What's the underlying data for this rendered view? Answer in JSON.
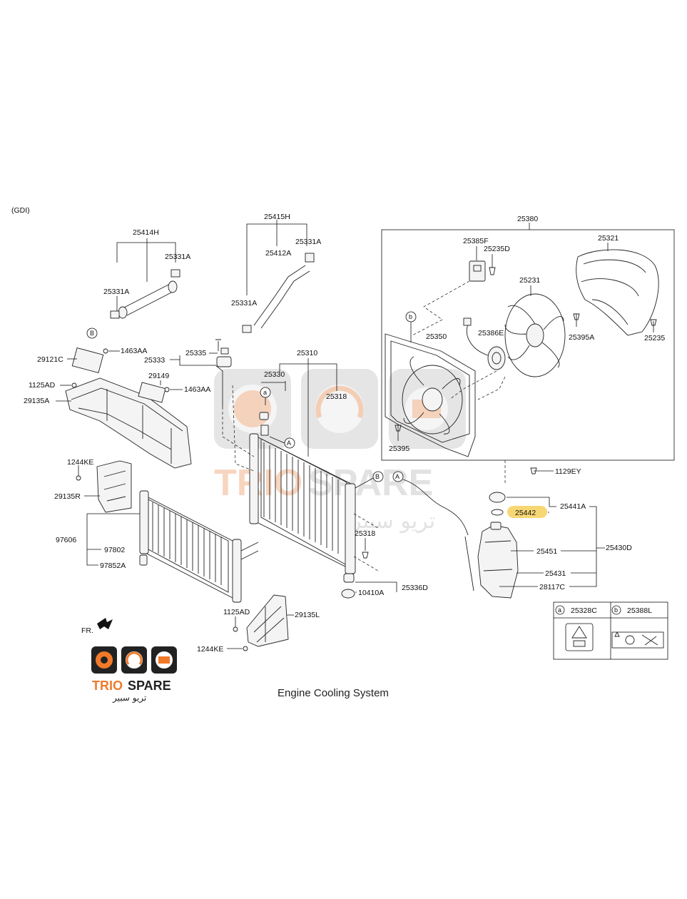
{
  "variant": "(GDI)",
  "caption": "Engine Cooling System",
  "brand": {
    "name_a": "TRIO",
    "name_b": "SPARE",
    "arabic": "تريو سبير",
    "color_primary": "#f07a2a",
    "color_dark": "#222222"
  },
  "highlight_color": "#f7d774",
  "labels": {
    "p25414H": "25414H",
    "p25331A_1": "25331A",
    "p25331A_2": "25331A",
    "p25415H": "25415H",
    "p25331A_3": "25331A",
    "p25412A": "25412A",
    "p25331A_4": "25331A",
    "p25380": "25380",
    "p25385F": "25385F",
    "p25235D": "25235D",
    "p25321": "25321",
    "p25231": "25231",
    "p25350": "25350",
    "p25386E": "25386E",
    "p25395A": "25395A",
    "p25235": "25235",
    "p25395": "25395",
    "p29121C": "29121C",
    "p1463AA_1": "1463AA",
    "p25333": "25333",
    "p25335": "25335",
    "p25310": "25310",
    "p1125AD_1": "1125AD",
    "p29149": "29149",
    "p1463AA_2": "1463AA",
    "p25330": "25330",
    "p25318_1": "25318",
    "p29135A": "29135A",
    "p1244KE_1": "1244KE",
    "p29135R": "29135R",
    "p1129EY": "1129EY",
    "p25441A": "25441A",
    "p25442": "25442",
    "p25430D": "25430D",
    "p25451": "25451",
    "p25431": "25431",
    "p28117C": "28117C",
    "p97606": "97606",
    "p97802": "97802",
    "p97852A": "97852A",
    "p25318_2": "25318",
    "p10410A": "10410A",
    "p25336D": "25336D",
    "p1125AD_2": "1125AD",
    "p29135L": "29135L",
    "p1244KE_2": "1244KE",
    "fr": "FR.",
    "p25328C": "25328C",
    "p25388L": "25388L"
  },
  "refs": {
    "a": "a",
    "b": "b",
    "A": "A",
    "B": "B"
  }
}
